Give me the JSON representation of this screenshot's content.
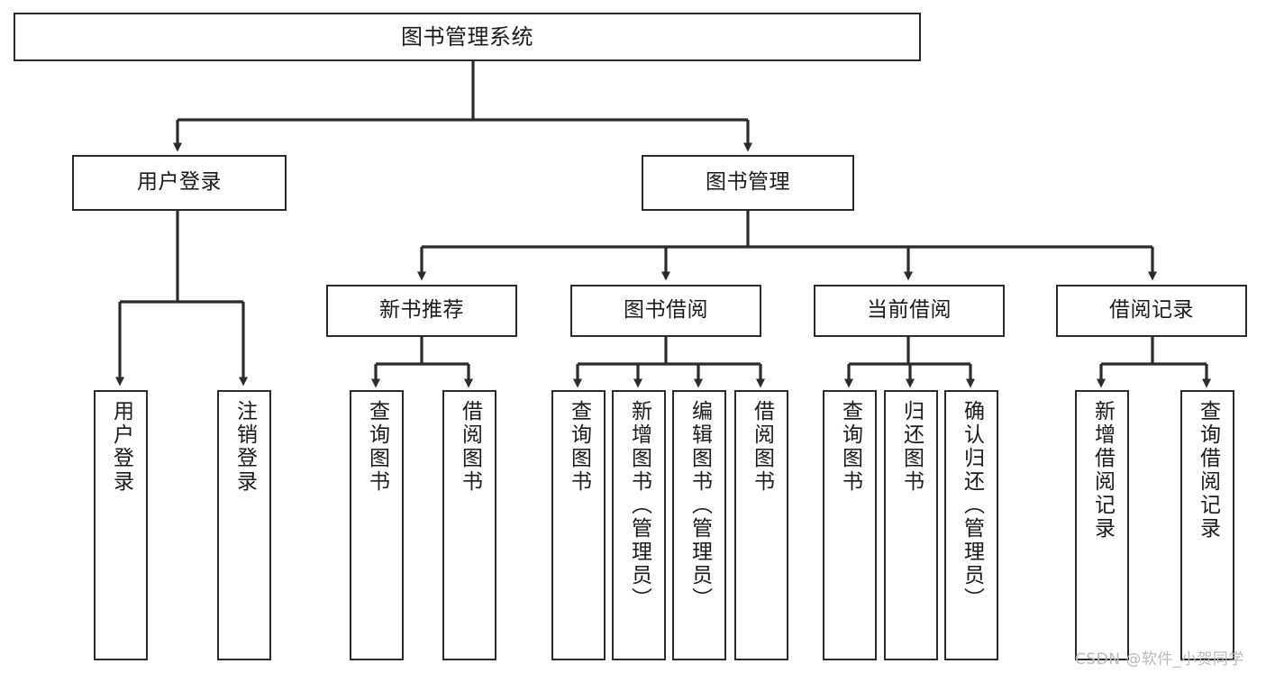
{
  "diagram": {
    "title": "图书管理系统",
    "type": "tree-hierarchy-chart",
    "watermark": "CSDN @软件_小贺同学",
    "colors": {
      "stroke": "#2b2b2b",
      "fill": "#ffffff",
      "text": "#1a1a1a",
      "watermark": "#b9b9b9"
    },
    "nodes": {
      "root": "图书管理系统",
      "level1": [
        "用户登录",
        "图书管理"
      ],
      "level2": [
        "新书推荐",
        "图书借阅",
        "当前借阅",
        "借阅记录"
      ],
      "leaves_user_login": [
        "用户登录",
        "注销登录"
      ],
      "leaves_new_book": [
        "查询图书",
        "借阅图书"
      ],
      "leaves_borrow": [
        "查询图书",
        "新增图书（管理员）",
        "编辑图书（管理员）",
        "借阅图书"
      ],
      "leaves_current": [
        "查询图书",
        "归还图书",
        "确认归还（管理员）"
      ],
      "leaves_record": [
        "新增借阅记录",
        "查询借阅记录"
      ]
    }
  }
}
